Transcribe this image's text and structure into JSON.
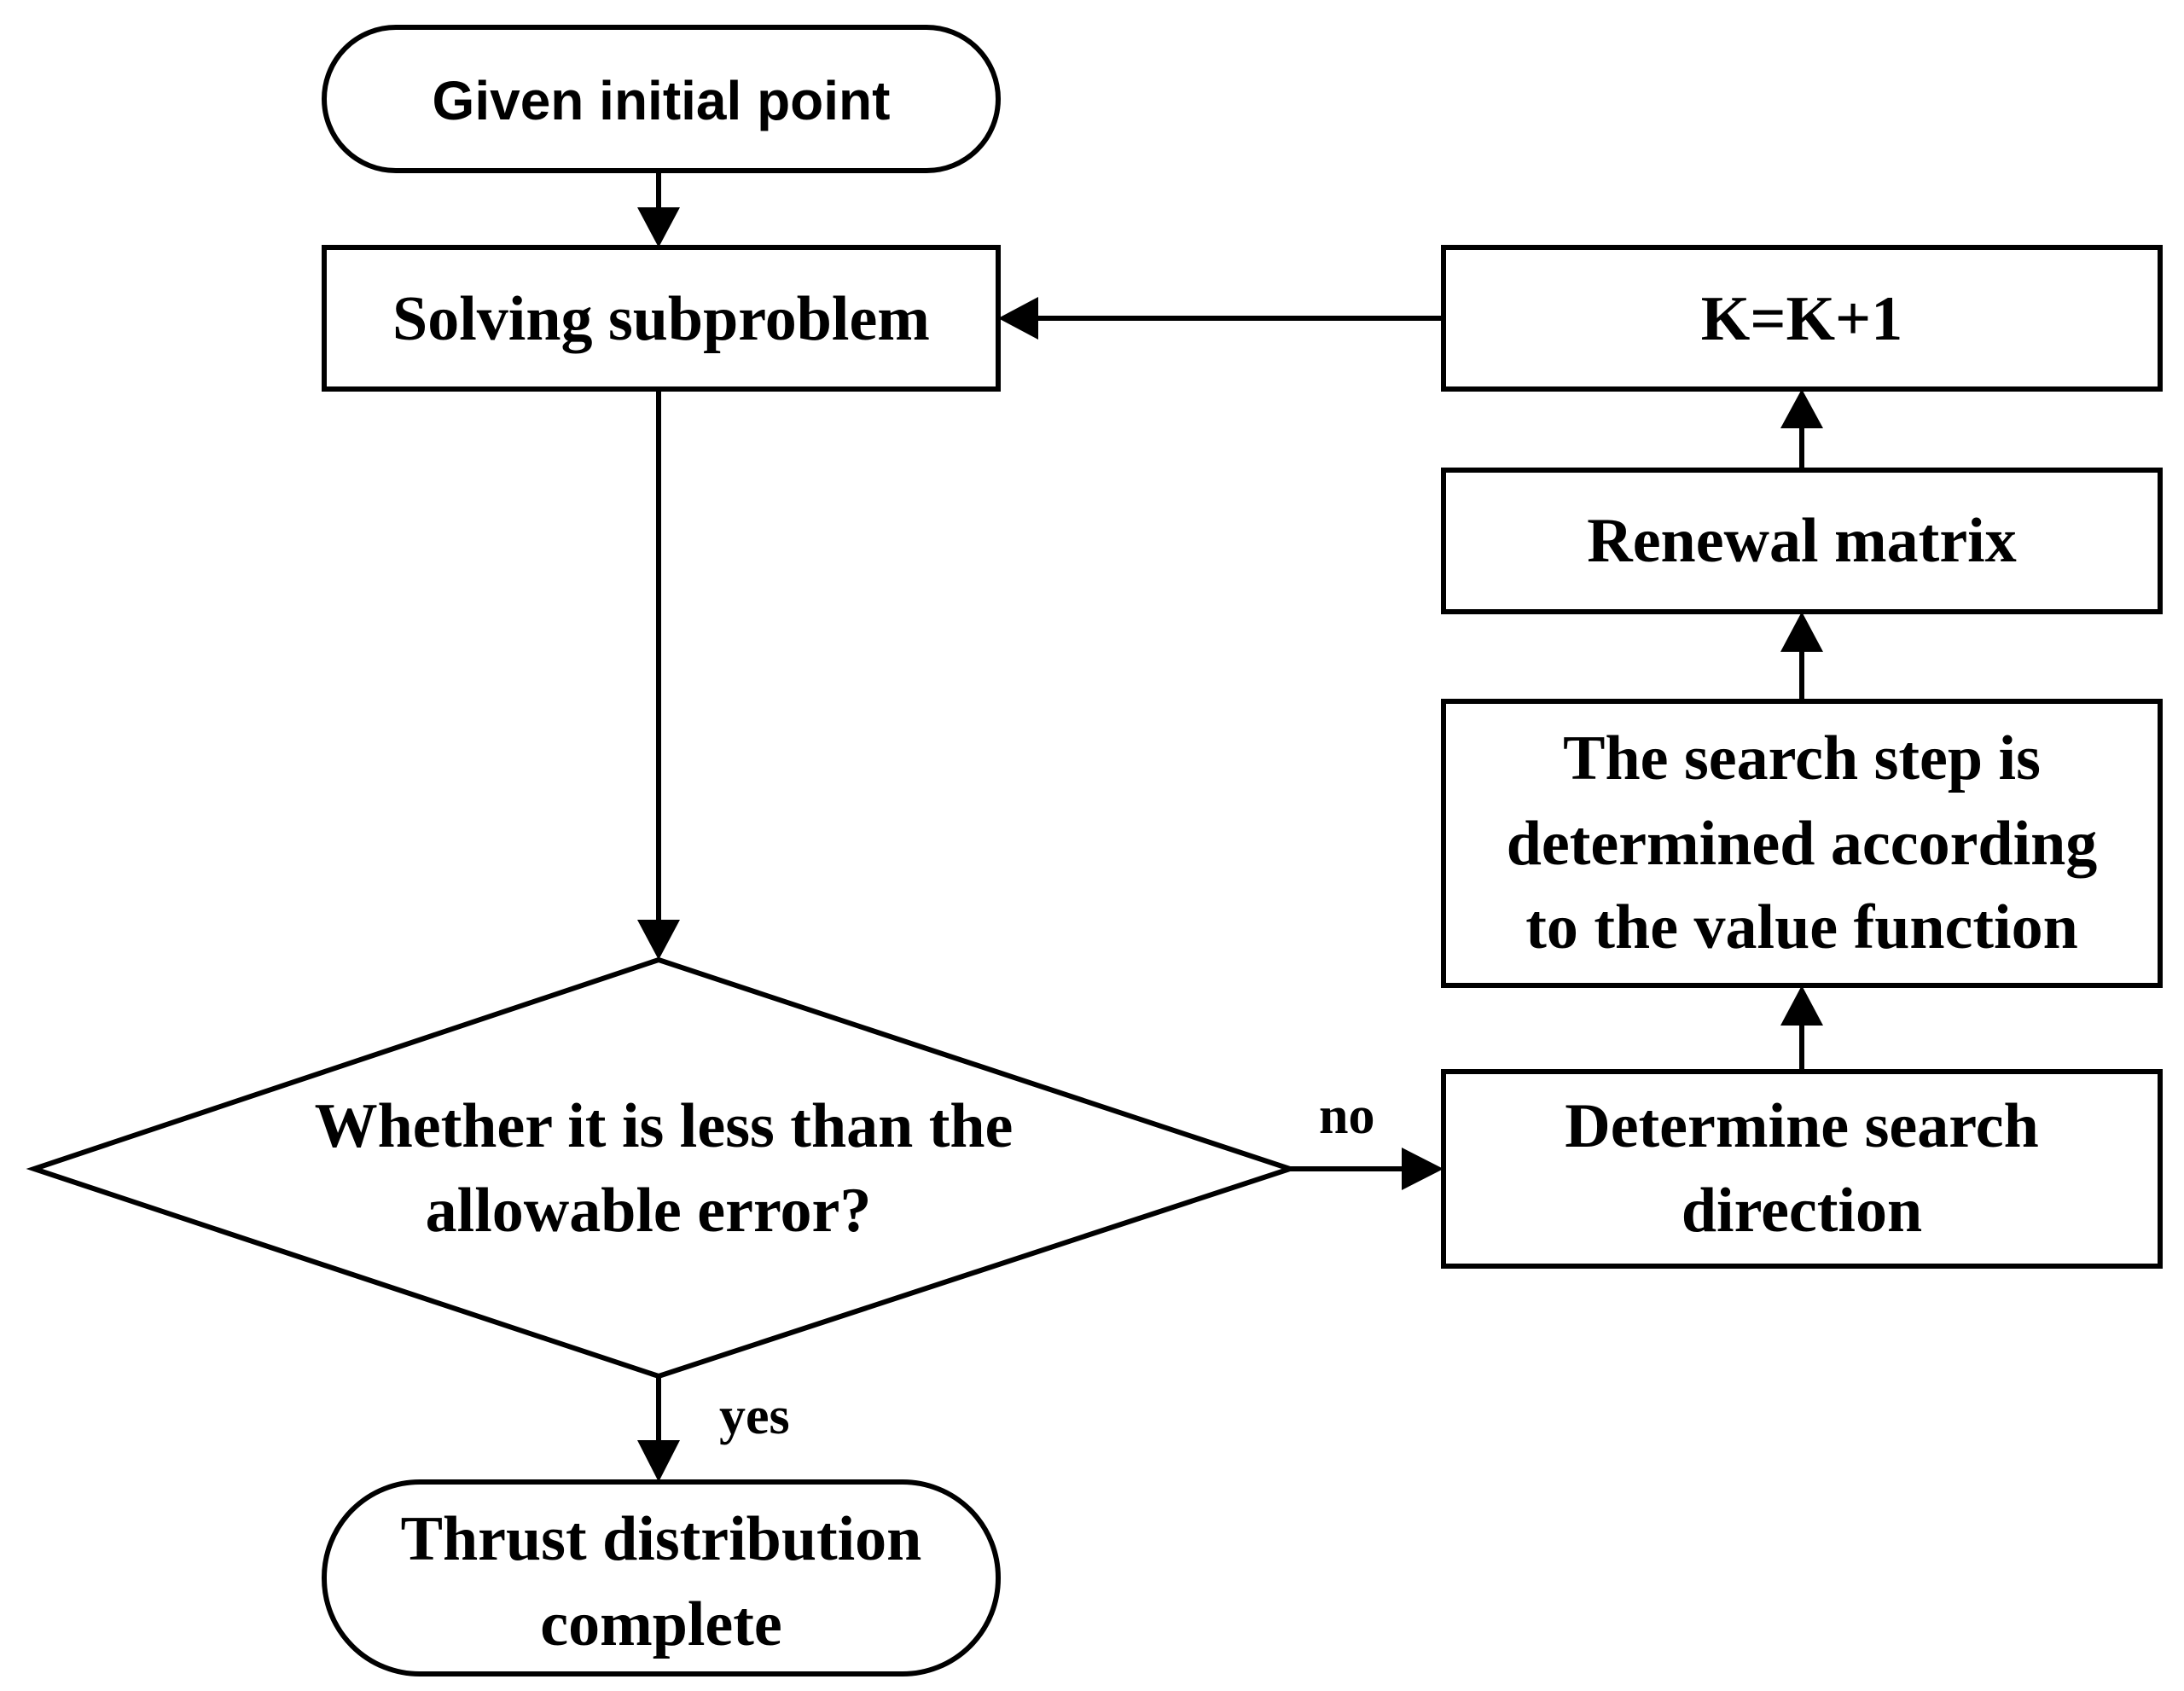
{
  "nodes": {
    "start": {
      "label": "Given initial point"
    },
    "solve": {
      "label": "Solving subproblem"
    },
    "decision": {
      "lines": [
        "Whether it is less than the",
        "allowable error?"
      ]
    },
    "end": {
      "lines": [
        "Thrust distribution",
        "complete"
      ]
    },
    "increment": {
      "label": "K=K+1"
    },
    "renewal": {
      "label": "Renewal matrix"
    },
    "step": {
      "lines": [
        "The search step is",
        "determined according",
        "to the value function"
      ]
    },
    "direction": {
      "lines": [
        "Determine search",
        "direction"
      ]
    }
  },
  "edges": {
    "no_label": "no",
    "yes_label": "yes"
  }
}
